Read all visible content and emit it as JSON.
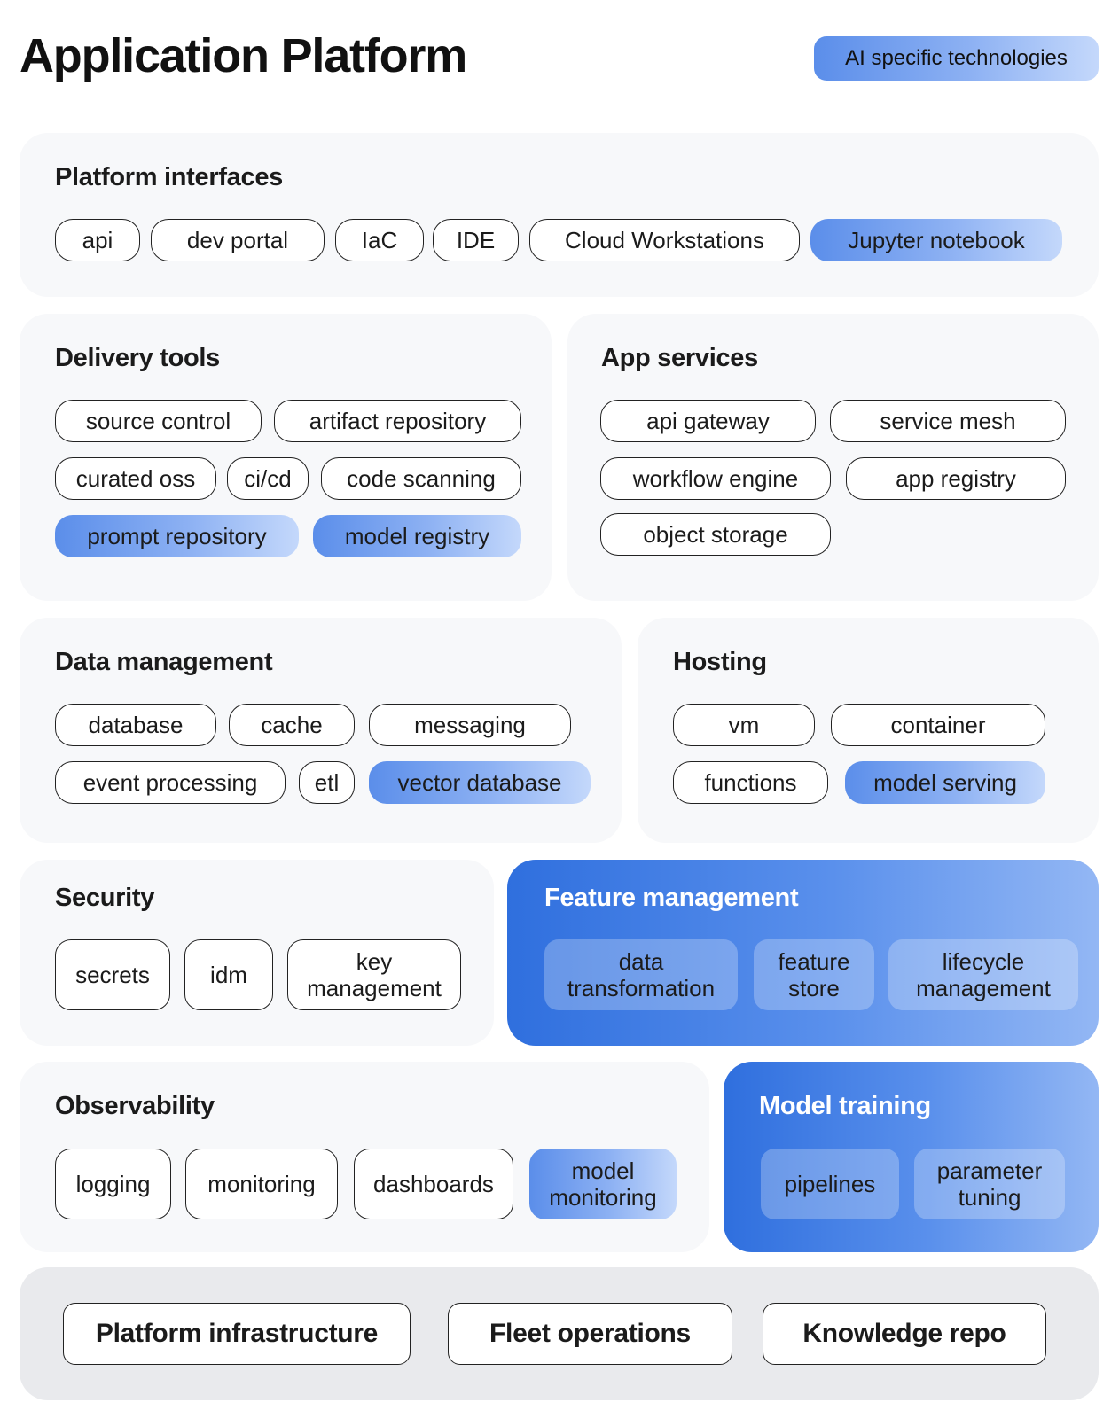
{
  "header": {
    "title": "Application Platform",
    "legend": "AI specific technologies"
  },
  "colors": {
    "ai_highlight": "#5b8eea",
    "ai_panel": "#2f6fde",
    "panel_background": "#f7f8fa",
    "bottom_background": "#e9eaed"
  },
  "platform_interfaces": {
    "title": "Platform interfaces",
    "items": [
      "api",
      "dev portal",
      "IaC",
      "IDE",
      "Cloud Workstations",
      "Jupyter notebook"
    ]
  },
  "delivery_tools": {
    "title": "Delivery tools",
    "items": [
      "source control",
      "artifact repository",
      "curated oss",
      "ci/cd",
      "code scanning",
      "prompt repository",
      "model registry"
    ]
  },
  "app_services": {
    "title": "App services",
    "items": [
      "api gateway",
      "service mesh",
      "workflow engine",
      "app registry",
      "object storage"
    ]
  },
  "data_management": {
    "title": "Data management",
    "items": [
      "database",
      "cache",
      "messaging",
      "event processing",
      "etl",
      "vector database"
    ]
  },
  "hosting": {
    "title": "Hosting",
    "items": [
      "vm",
      "container",
      "functions",
      "model serving"
    ]
  },
  "security": {
    "title": "Security",
    "items": [
      "secrets",
      "idm",
      "key management"
    ]
  },
  "feature_management": {
    "title": "Feature management",
    "items": [
      "data transformation",
      "feature store",
      "lifecycle management"
    ]
  },
  "observability": {
    "title": "Observability",
    "items": [
      "logging",
      "monitoring",
      "dashboards",
      "model monitoring"
    ]
  },
  "model_training": {
    "title": "Model training",
    "items": [
      "pipelines",
      "parameter tuning"
    ]
  },
  "foundation": {
    "items": [
      "Platform infrastructure",
      "Fleet operations",
      "Knowledge repo"
    ]
  }
}
